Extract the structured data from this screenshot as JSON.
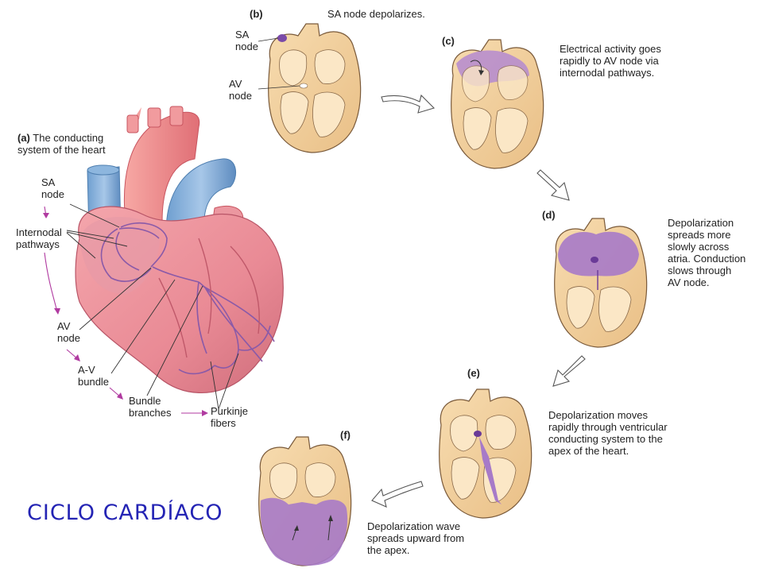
{
  "panel_a": {
    "letter": "(a)",
    "title_line1": "The conducting",
    "title_line2": "system of the heart",
    "labels": {
      "sa_node_1": "SA",
      "sa_node_2": "node",
      "internodal_1": "Internodal",
      "internodal_2": "pathways",
      "av_node_1": "AV",
      "av_node_2": "node",
      "av_bundle_1": "A-V",
      "av_bundle_2": "bundle",
      "bundle_branches_1": "Bundle",
      "bundle_branches_2": "branches",
      "purkinje_1": "Purkinje",
      "purkinje_2": "fibers"
    }
  },
  "panel_b": {
    "letter": "(b)",
    "caption": "SA node depolarizes.",
    "sa_label_1": "SA",
    "sa_label_2": "node",
    "av_label_1": "AV",
    "av_label_2": "node"
  },
  "panel_c": {
    "letter": "(c)",
    "caption_1": "Electrical activity goes",
    "caption_2": "rapidly to AV node via",
    "caption_3": "internodal pathways."
  },
  "panel_d": {
    "letter": "(d)",
    "caption_1": "Depolarization",
    "caption_2": "spreads more",
    "caption_3": "slowly across",
    "caption_4": "atria. Conduction",
    "caption_5": "slows through",
    "caption_6": "AV node."
  },
  "panel_e": {
    "letter": "(e)",
    "caption_1": "Depolarization moves",
    "caption_2": "rapidly through ventricular",
    "caption_3": "conducting system to the",
    "caption_4": "apex of the heart."
  },
  "panel_f": {
    "letter": "(f)",
    "caption_1": "Depolarization wave",
    "caption_2": "spreads upward from",
    "caption_3": "the apex."
  },
  "title": "CICLO CARDÍACO",
  "colors": {
    "title": "#2424b4",
    "depolarized": "#a874c8",
    "heart_wall": "#f3d3a4",
    "heart_outline": "#7a5a3a",
    "arrow_magenta": "#b03aa0"
  }
}
